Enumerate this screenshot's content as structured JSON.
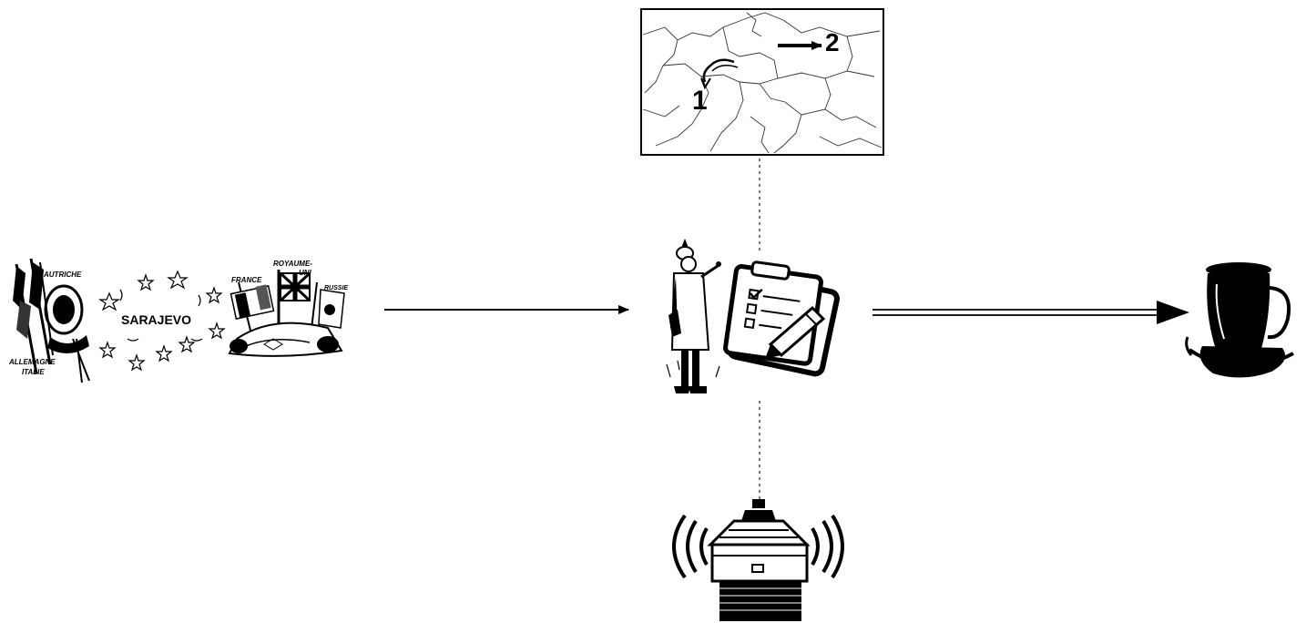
{
  "alliances_panel": {
    "left_top": "AUTRICHE",
    "left_bottom_1": "ALLEMAGNE",
    "left_bottom_2": "ITALIE",
    "center": "SARAJEVO",
    "right_1": "FRANCE",
    "right_2a": "ROYAUME-",
    "right_2b": "UNI",
    "right_3": "RUSSIE"
  },
  "map_panel": {
    "marker_1": "1",
    "marker_2": "2"
  },
  "colors": {
    "ink": "#000000",
    "paper": "#ffffff",
    "dotted": "#777777"
  }
}
